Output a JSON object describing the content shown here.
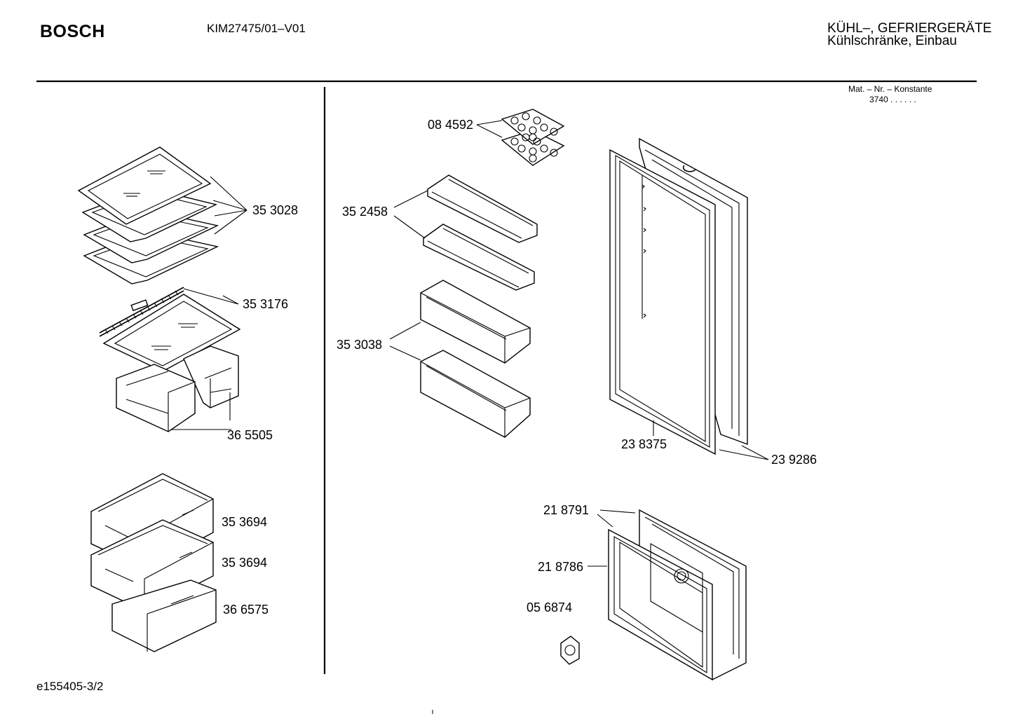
{
  "header": {
    "brand": "BOSCH",
    "model": "KIM27475/01–V01",
    "category_line1": "KÜHL–, GEFRIERGERÄTE",
    "category_line2": "Kühlschränke, Einbau"
  },
  "material": {
    "label": "Mat. – Nr. – Konstante",
    "value": "3740 .  .  .  .  .  ."
  },
  "parts": {
    "p353028": "35 3028",
    "p353176": "35 3176",
    "p365505": "36 5505",
    "p353694a": "35 3694",
    "p353694b": "35 3694",
    "p366575": "36 6575",
    "p084592": "08 4592",
    "p352458": "35 2458",
    "p353038": "35 3038",
    "p238375": "23 8375",
    "p239286": "23 9286",
    "p218791": "21 8791",
    "p218786": "21 8786",
    "p056874": "05 6874"
  },
  "footer": {
    "doc_id": "e155405-3/2"
  }
}
